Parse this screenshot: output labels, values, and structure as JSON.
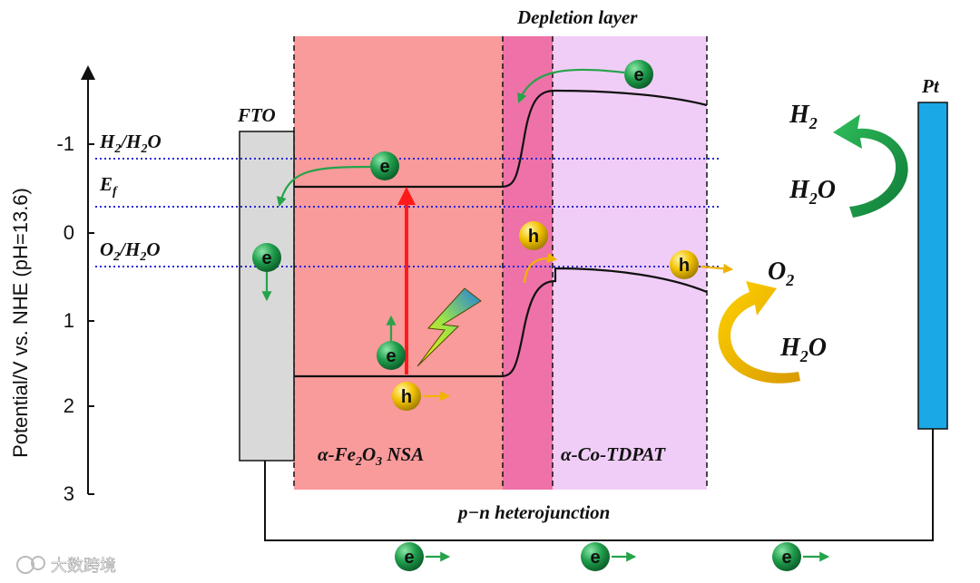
{
  "axis": {
    "title": "Potential/V vs. NHE (pH=13.6)",
    "ticks": [
      "-1",
      "0",
      "1",
      "2",
      "3"
    ]
  },
  "levels": {
    "h2_prefix": "H",
    "h2_sub": "2",
    "h2_mid": "/H",
    "h2_sub2": "2",
    "h2_suffix": "O",
    "ef_main": "E",
    "ef_sub": "f",
    "o2_prefix": "O",
    "o2_sub": "2",
    "o2_mid": "/H",
    "o2_sub2": "2",
    "o2_suffix": "O"
  },
  "labels": {
    "fto": "FTO",
    "pt": "Pt",
    "depletion": "Depletion layer",
    "fe_prefix": "α-Fe",
    "fe_sub1": "2",
    "fe_mid": "O",
    "fe_sub2": "3",
    "fe_suffix": " NSA",
    "co": "α-Co-TDPAT",
    "pn": "p−n heterojunction",
    "h2_main": "H",
    "h2_sub": "2",
    "h2o_main": "H",
    "h2o_sub": "2",
    "h2o_end": "O",
    "o2_main": "O",
    "o2_sub": "2",
    "h2o2_main": "H",
    "h2o2_sub": "2",
    "h2o2_end": "O"
  },
  "particles": {
    "electron": "e",
    "hole": "h"
  },
  "watermark": "大数跨境",
  "colors": {
    "fe_region": "#f99a9b",
    "junction": "#ee72a8",
    "co_region": "#f0cdf6",
    "fto": "#d9d9d9",
    "pt": "#1aa8e6",
    "electron": "#1f9e4c",
    "hole": "#f2c200",
    "dotted": "#2a2ad6",
    "excitation": "#ff1a1a",
    "green_arrow": "#26a34a",
    "yellow_arrow": "#f0b400"
  }
}
